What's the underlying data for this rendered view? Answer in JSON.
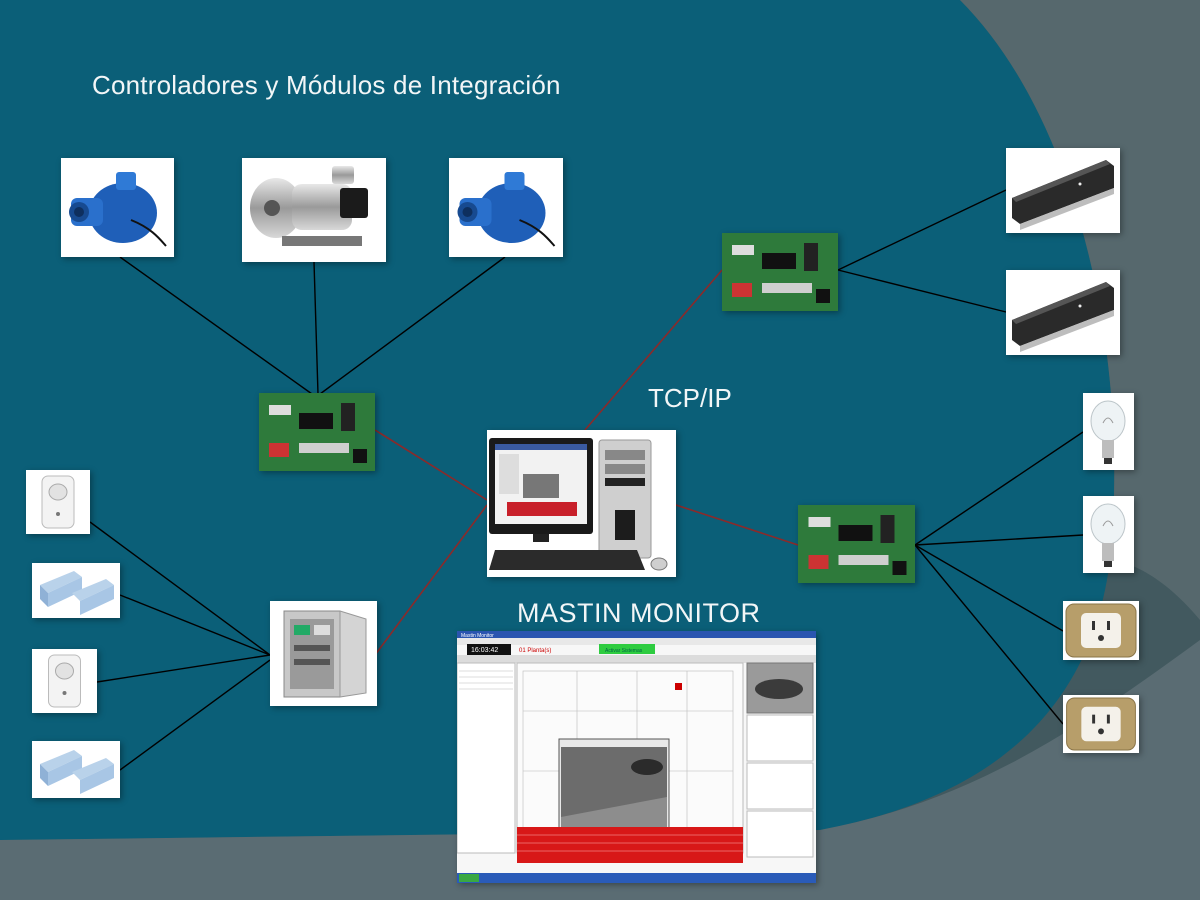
{
  "title": "Controladores y Módulos de Integración",
  "labels": {
    "tcpip": "TCP/IP",
    "monitor": "MASTIN  MONITOR"
  },
  "screen": {
    "time": "16:03:42",
    "window_title": "Mastin Monitor",
    "status_green": "Activar Sistemas",
    "zone_label": "01  Planta(s)"
  },
  "colors": {
    "background": "#0b5f78",
    "link_red": "#8b2a2a",
    "link_black": "#000000",
    "board_green": "#2f7a3c"
  }
}
